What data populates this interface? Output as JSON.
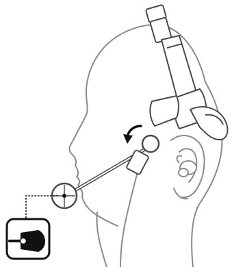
{
  "figure": {
    "kind": "headset-microphone-positioning-illustration",
    "elements": {
      "head_outline": "head-profile",
      "headset": "headset-with-headband",
      "ear": "ear-with-earbud",
      "boom_mic": "boom-microphone",
      "rotation_arrow": "rotate-boom-arrow-icon",
      "mic_detail": "microphone-front-detail",
      "callout": "microphone-side-callout"
    },
    "colors": {
      "outline": "#8a8a8a",
      "headset_stroke": "#4a4a4a",
      "black": "#111111",
      "background": "#ffffff"
    }
  }
}
